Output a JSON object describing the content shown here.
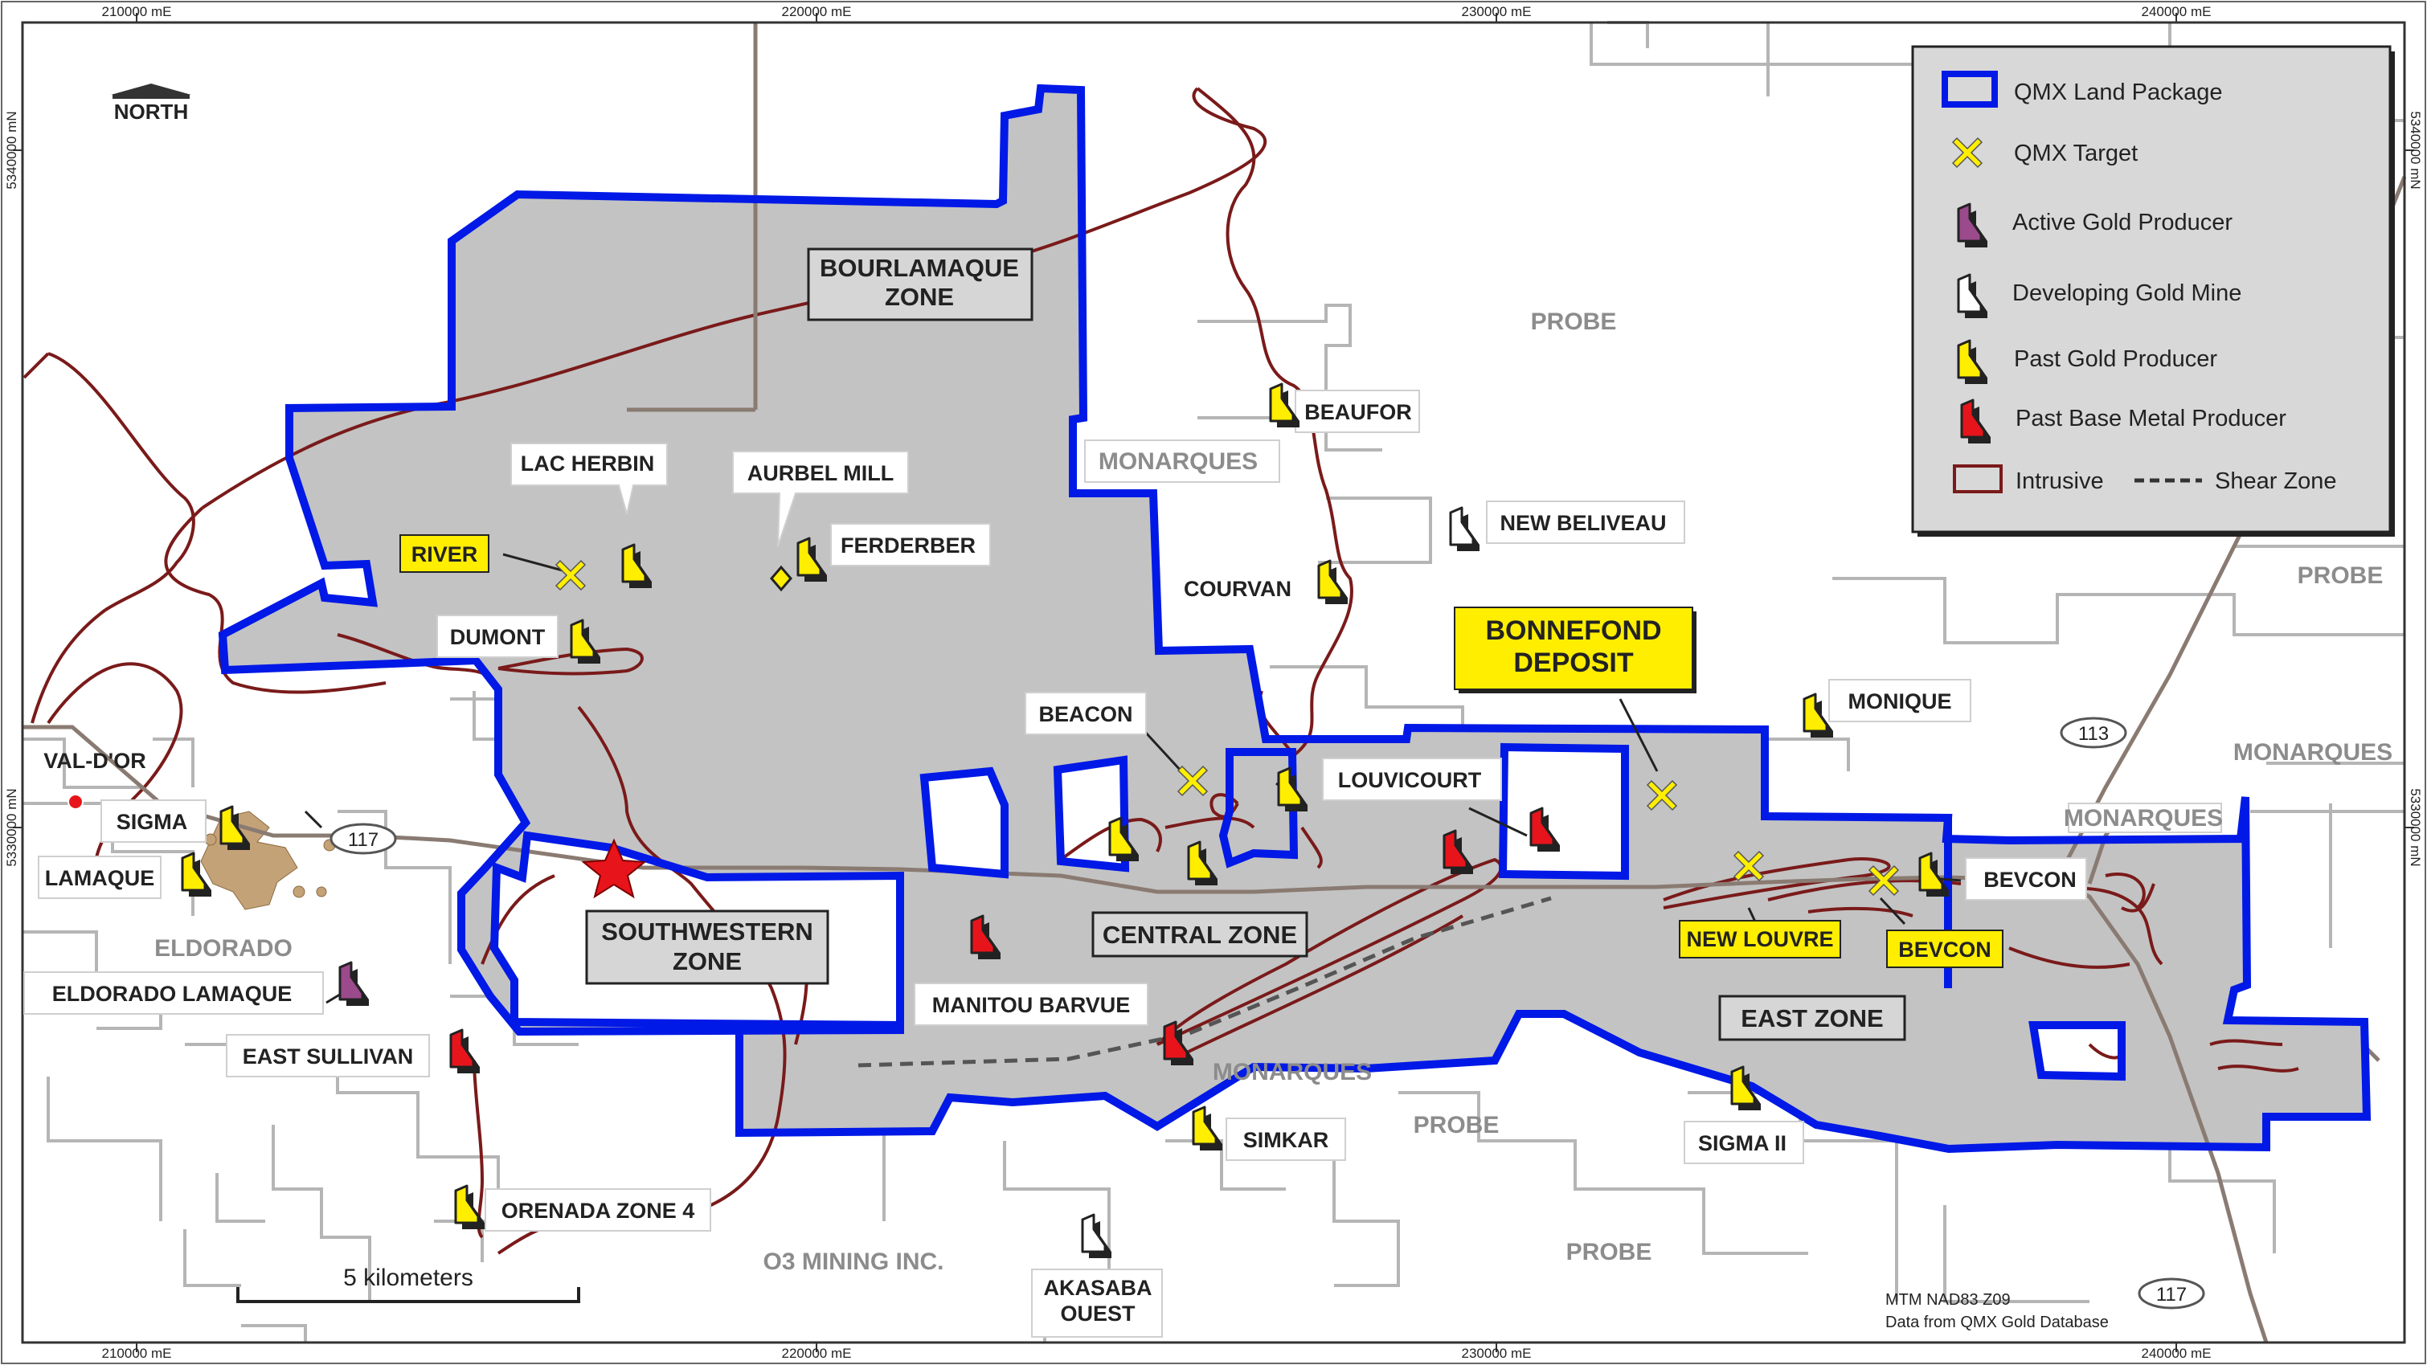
{
  "grid": {
    "top_labels": [
      "210000 mE",
      "220000 mE",
      "230000 mE",
      "240000 mE"
    ],
    "bottom_labels": [
      "210000 mE",
      "220000 mE",
      "230000 mE",
      "240000 mE"
    ],
    "left_labels": [
      "5340000 mN",
      "5330000 mN"
    ],
    "right_labels": [
      "5340000 mN",
      "5330000 mN"
    ]
  },
  "north_label": "NORTH",
  "legend": {
    "items": [
      {
        "label": "QMX Land Package",
        "icon": "land-package-rect",
        "color": "#0019e6"
      },
      {
        "label": "QMX Target",
        "icon": "x-mark",
        "color": "#ffee00"
      },
      {
        "label": "Active Gold Producer",
        "icon": "headframe",
        "color": "#9b4a8c"
      },
      {
        "label": "Developing Gold Mine",
        "icon": "headframe",
        "color": "#ffffff"
      },
      {
        "label": "Past Gold Producer",
        "icon": "headframe",
        "color": "#ffee00"
      },
      {
        "label": "Past Base Metal Producer",
        "icon": "headframe",
        "color": "#e8141b"
      }
    ],
    "intrusive_label": "Intrusive",
    "shear_label": "Shear Zone"
  },
  "zones": {
    "bourlamaque": [
      "BOURLAMAQUE",
      "ZONE"
    ],
    "southwestern": [
      "SOUTHWESTERN",
      "ZONE"
    ],
    "central": "CENTRAL ZONE",
    "east": "EAST ZONE"
  },
  "bonnefond": [
    "BONNEFOND",
    "DEPOSIT"
  ],
  "targets": {
    "river": "RIVER",
    "new_louvre": "NEW LOUVRE",
    "bevcon": "BEVCON"
  },
  "mines": {
    "lac_herbin": "LAC HERBIN",
    "aurbel_mill": "AURBEL MILL",
    "ferderber": "FERDERBER",
    "dumont": "DUMONT",
    "beaufor": "BEAUFOR",
    "new_beliveau": "NEW BELIVEAU",
    "courvan": "COURVAN",
    "beacon": "BEACON",
    "louvicourt": "LOUVICOURT",
    "monique": "MONIQUE",
    "bevcon_mine": "BEVCON",
    "val_dor": "VAL-D'OR",
    "sigma": "SIGMA",
    "lamaque": "LAMAQUE",
    "eldorado_lamaque": "ELDORADO LAMAQUE",
    "east_sullivan": "EAST SULLIVAN",
    "manitou_barvue": "MANITOU BARVUE",
    "simkar": "SIMKAR",
    "sigma_ii": "SIGMA II",
    "orenada": "ORENADA ZONE 4",
    "akasaba": [
      "AKASABA",
      "OUEST"
    ]
  },
  "claims": {
    "probe_1": "PROBE",
    "probe_2": "PROBE",
    "probe_3": "PROBE",
    "probe_4": "PROBE",
    "monarques_1": "MONARQUES",
    "monarques_2": "MONARQUES",
    "monarques_3": "MONARQUES",
    "monarques_4": "MONARQUES",
    "eldorado": "ELDORADO",
    "o3_mining": "O3 MINING INC."
  },
  "roads": {
    "r117_west": "117",
    "r113": "113",
    "r117_east": "117"
  },
  "scale_bar": "5 kilometers",
  "credits": [
    "MTM NAD83 Z09",
    "Data from QMX Gold Database"
  ],
  "colors": {
    "land_package": "#0019e6",
    "land_fill": "#c3c3c3",
    "claim_lines": "#b5b5b5",
    "intrusive": "#7a1a1a",
    "road": "#8a7b72",
    "target_yellow": "#ffee00",
    "red_star": "#e8141b"
  }
}
